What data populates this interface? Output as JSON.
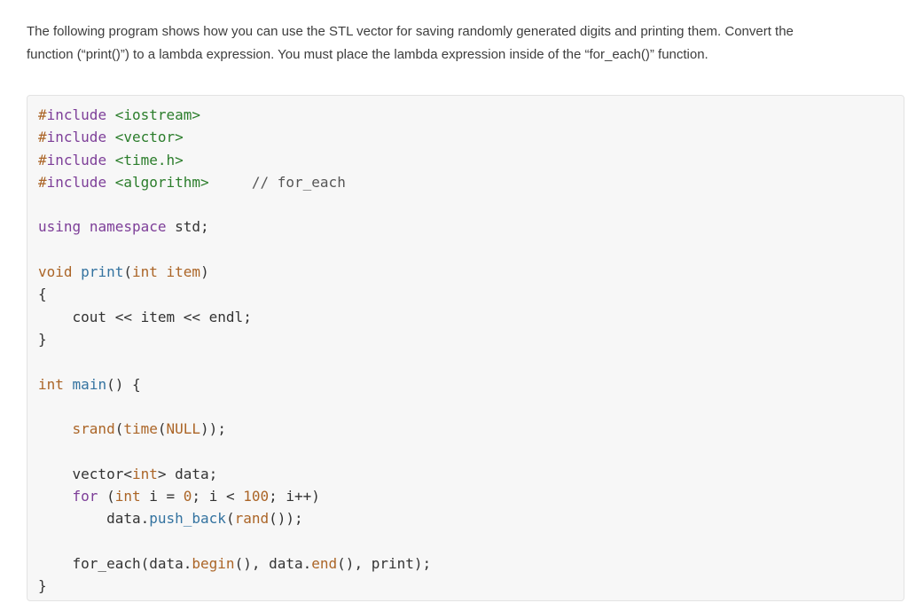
{
  "instruction": {
    "line1": "The following program shows how you can use the STL vector for saving randomly generated digits and printing them. Convert the",
    "line2": "function (“print()”) to a lambda expression. You must place the lambda expression inside of the “for_each()” function."
  },
  "code": {
    "language": "cpp",
    "lines": [
      {
        "tokens": [
          [
            "#",
            "builtin"
          ],
          [
            "include",
            "keyword"
          ],
          [
            " ",
            "plain"
          ],
          [
            "<iostream>",
            "string"
          ]
        ]
      },
      {
        "tokens": [
          [
            "#",
            "builtin"
          ],
          [
            "include",
            "keyword"
          ],
          [
            " ",
            "plain"
          ],
          [
            "<vector>",
            "string"
          ]
        ]
      },
      {
        "tokens": [
          [
            "#",
            "builtin"
          ],
          [
            "include",
            "keyword"
          ],
          [
            " ",
            "plain"
          ],
          [
            "<time.h>",
            "string"
          ]
        ]
      },
      {
        "tokens": [
          [
            "#",
            "builtin"
          ],
          [
            "include",
            "keyword"
          ],
          [
            " ",
            "plain"
          ],
          [
            "<algorithm>",
            "string"
          ],
          [
            "     ",
            "plain"
          ],
          [
            "// for_each",
            "comment"
          ]
        ]
      },
      {
        "tokens": []
      },
      {
        "tokens": [
          [
            "using",
            "keyword"
          ],
          [
            " ",
            "plain"
          ],
          [
            "namespace",
            "keyword"
          ],
          [
            " ",
            "plain"
          ],
          [
            "std;",
            "plain"
          ]
        ]
      },
      {
        "tokens": []
      },
      {
        "tokens": [
          [
            "void",
            "builtin"
          ],
          [
            " ",
            "plain"
          ],
          [
            "print",
            "function"
          ],
          [
            "(",
            "plain"
          ],
          [
            "int",
            "builtin"
          ],
          [
            " ",
            "plain"
          ],
          [
            "item",
            "builtin"
          ],
          [
            ")",
            "plain"
          ]
        ]
      },
      {
        "tokens": [
          [
            "{",
            "plain"
          ]
        ]
      },
      {
        "tokens": [
          [
            "    cout << item << endl;",
            "plain"
          ]
        ]
      },
      {
        "tokens": [
          [
            "}",
            "plain"
          ]
        ]
      },
      {
        "tokens": []
      },
      {
        "tokens": [
          [
            "int",
            "builtin"
          ],
          [
            " ",
            "plain"
          ],
          [
            "main",
            "function"
          ],
          [
            "() {",
            "plain"
          ]
        ]
      },
      {
        "tokens": []
      },
      {
        "tokens": [
          [
            "    ",
            "plain"
          ],
          [
            "srand",
            "builtin"
          ],
          [
            "(",
            "plain"
          ],
          [
            "time",
            "builtin"
          ],
          [
            "(",
            "plain"
          ],
          [
            "NULL",
            "builtin"
          ],
          [
            "));",
            "plain"
          ]
        ]
      },
      {
        "tokens": []
      },
      {
        "tokens": [
          [
            "    vector<",
            "plain"
          ],
          [
            "int",
            "builtin"
          ],
          [
            "> data;",
            "plain"
          ]
        ]
      },
      {
        "tokens": [
          [
            "    ",
            "plain"
          ],
          [
            "for",
            "keyword"
          ],
          [
            " (",
            "plain"
          ],
          [
            "int",
            "builtin"
          ],
          [
            " i = ",
            "plain"
          ],
          [
            "0",
            "builtin"
          ],
          [
            "; i < ",
            "plain"
          ],
          [
            "100",
            "builtin"
          ],
          [
            "; i++)",
            "plain"
          ]
        ]
      },
      {
        "tokens": [
          [
            "        data.",
            "plain"
          ],
          [
            "push_back",
            "function"
          ],
          [
            "(",
            "plain"
          ],
          [
            "rand",
            "builtin"
          ],
          [
            "());",
            "plain"
          ]
        ]
      },
      {
        "tokens": []
      },
      {
        "tokens": [
          [
            "    for_each(data.",
            "plain"
          ],
          [
            "begin",
            "builtin"
          ],
          [
            "(), data.",
            "plain"
          ],
          [
            "end",
            "builtin"
          ],
          [
            "(), print);",
            "plain"
          ]
        ]
      },
      {
        "tokens": [
          [
            "}",
            "plain"
          ]
        ]
      }
    ]
  },
  "colors": {
    "keyword": "#7d3e98",
    "string": "#2b7d2b",
    "builtin": "#ab6527",
    "function": "#3473a0",
    "comment": "#565656",
    "plain": "#333333",
    "instruction_text": "#3d3d3d",
    "code_background": "#f7f7f7",
    "code_border": "#e3e3e3",
    "page_background": "#ffffff"
  }
}
